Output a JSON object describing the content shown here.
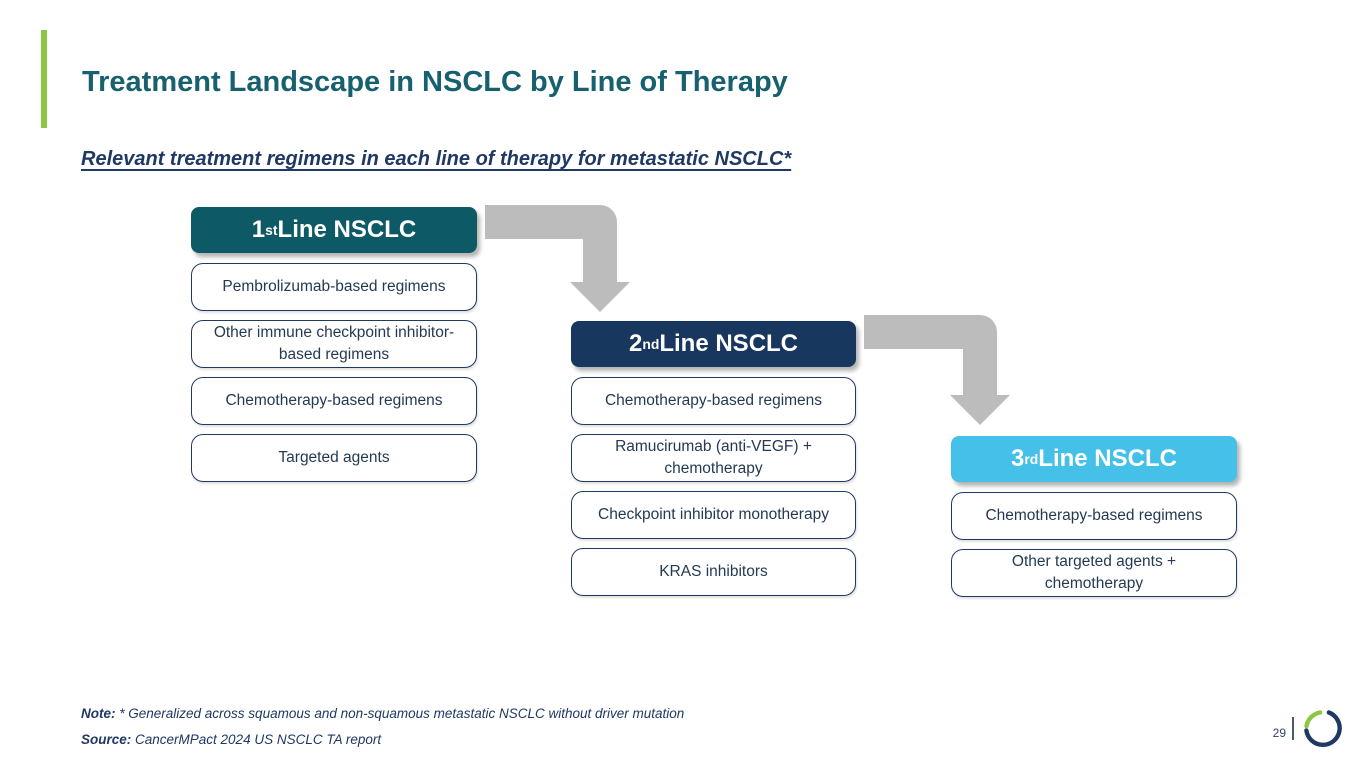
{
  "slide": {
    "title": "Treatment Landscape in NSCLC by Line of Therapy",
    "subtitle": "Relevant treatment regimens in each line of therapy for metastatic NSCLC*"
  },
  "columns": [
    {
      "header": {
        "num": "1",
        "sup": "st",
        "rest": " Line NSCLC"
      },
      "header_color": "#0d5965",
      "boxes": [
        "Pembrolizumab-based regimens",
        "Other immune checkpoint inhibitor-based regimens",
        "Chemotherapy-based regimens",
        "Targeted agents"
      ]
    },
    {
      "header": {
        "num": "2",
        "sup": "nd",
        "rest": " Line NSCLC"
      },
      "header_color": "#17375e",
      "boxes": [
        "Chemotherapy-based regimens",
        "Ramucirumab (anti-VEGF) + chemotherapy",
        "Checkpoint inhibitor monotherapy",
        "KRAS inhibitors"
      ]
    },
    {
      "header": {
        "num": "3",
        "sup": "rd",
        "rest": " Line NSCLC"
      },
      "header_color": "#45c0e8",
      "boxes": [
        "Chemotherapy-based regimens",
        "Other targeted agents + chemotherapy"
      ]
    }
  ],
  "footer": {
    "note_label": "Note:",
    "note_text": " * Generalized across squamous and non-squamous metastatic NSCLC without driver mutation",
    "source_label": "Source:",
    "source_text": " CancerMPact 2024 US NSCLC TA report",
    "page_number": "29"
  },
  "colors": {
    "title_teal": "#16606f",
    "navy_text": "#1f3864",
    "accent_green": "#8dc63f",
    "arrow_gray": "#bcbcbc",
    "header_1": "#0d5965",
    "header_2": "#17375e",
    "header_3": "#45c0e8"
  }
}
